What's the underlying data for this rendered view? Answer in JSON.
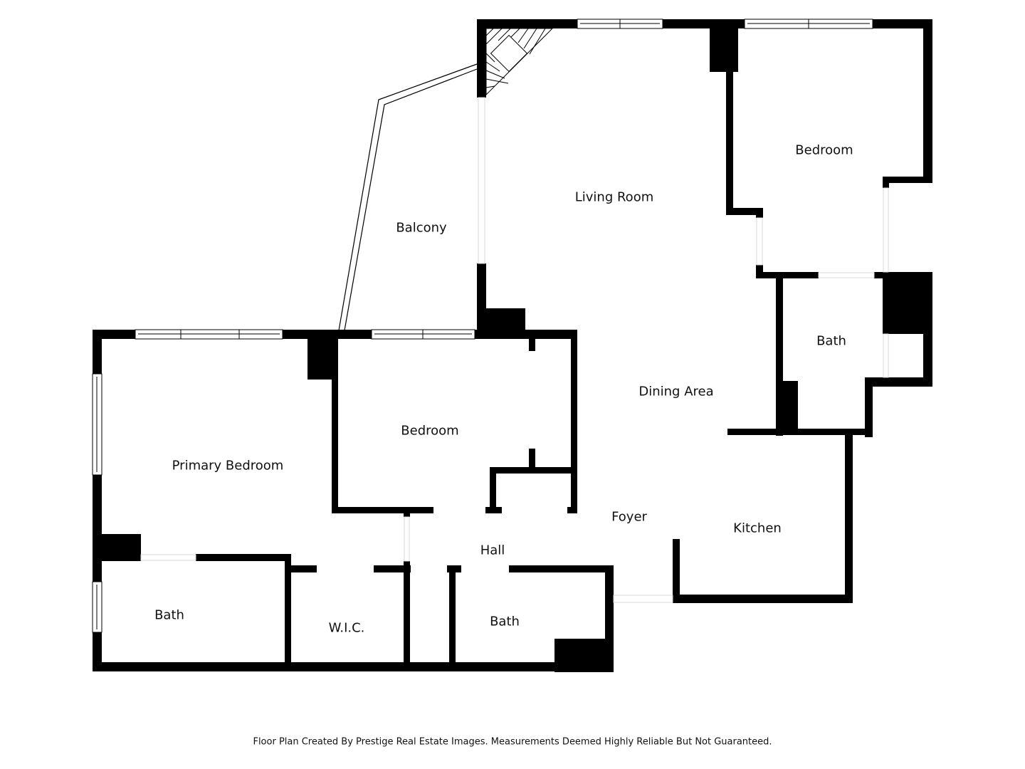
{
  "rooms": {
    "living_room": "Living Room",
    "balcony": "Balcony",
    "bedroom_ne": "Bedroom",
    "bath_ne": "Bath",
    "dining_area": "Dining Area",
    "bedroom_mid": "Bedroom",
    "primary_bedroom": "Primary Bedroom",
    "foyer": "Foyer",
    "kitchen": "Kitchen",
    "hall": "Hall",
    "bath_sw": "Bath",
    "wic": "W.I.C.",
    "bath_hall": "Bath"
  },
  "footer": {
    "text": "Floor Plan Created By Prestige Real Estate Images. Measurements Deemed Highly Reliable But Not Guaranteed."
  },
  "colors": {
    "wall": "#000000",
    "background": "#ffffff"
  }
}
